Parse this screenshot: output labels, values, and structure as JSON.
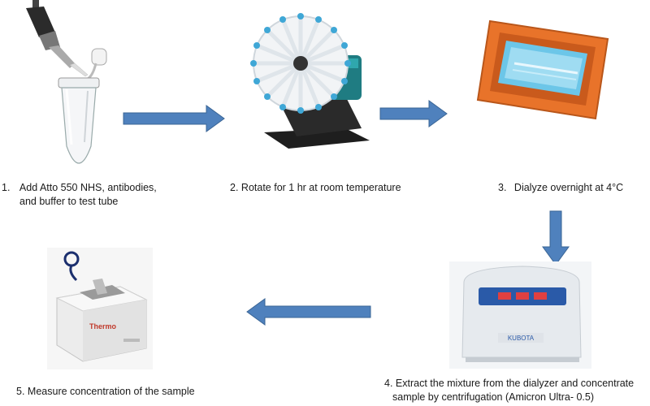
{
  "steps": [
    {
      "number": "1.",
      "line1": "Add Atto 550 NHS, antibodies,",
      "line2": "and buffer to test tube",
      "icon": "pipette-and-tube-icon"
    },
    {
      "number": "2.",
      "line1": "Rotate for 1 hr at room temperature",
      "icon": "rotator-icon"
    },
    {
      "number": "3.",
      "line1": "Dialyze overnight at 4°C",
      "icon": "dialysis-cassette-icon"
    },
    {
      "number": "4.",
      "line1": "Extract the mixture from the dialyzer and concentrate",
      "line2": "sample by centrifugation (Amicron Ultra- 0.5)",
      "icon": "centrifuge-icon",
      "brand": "KUBOTA"
    },
    {
      "number": "5.",
      "line1": "Measure concentration of the sample",
      "icon": "spectrophotometer-icon",
      "brand": "Thermo"
    }
  ],
  "colors": {
    "arrow_fill": "#4f81bd",
    "arrow_stroke": "#3a6595",
    "cassette_frame": "#e8732a",
    "cassette_membrane": "#6cc6e8"
  }
}
